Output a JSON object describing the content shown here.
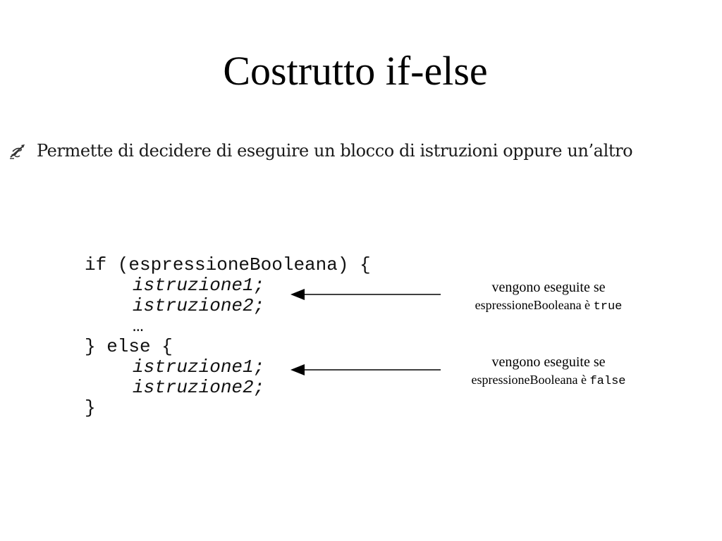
{
  "slide": {
    "title": "Costrutto if-else",
    "bullet": {
      "icon": "writing-hand-icon",
      "text": "Permette di decidere di eseguire un blocco di istruzioni oppure un’altro"
    }
  },
  "code": {
    "line1": "if (espressioneBooleana) {",
    "line2": "istruzione1;",
    "line3": "istruzione2;",
    "line4": "…",
    "line5": "} else {",
    "line6": "istruzione1;",
    "line7": "istruzione2;",
    "line8": "}"
  },
  "annotations": {
    "true_note": {
      "line1": "vengono eseguite se",
      "expr": "espressioneBooleana è",
      "keyword": "true"
    },
    "false_note": {
      "line1": "vengono eseguite se",
      "expr": "espressioneBooleana è",
      "keyword": "false"
    }
  }
}
